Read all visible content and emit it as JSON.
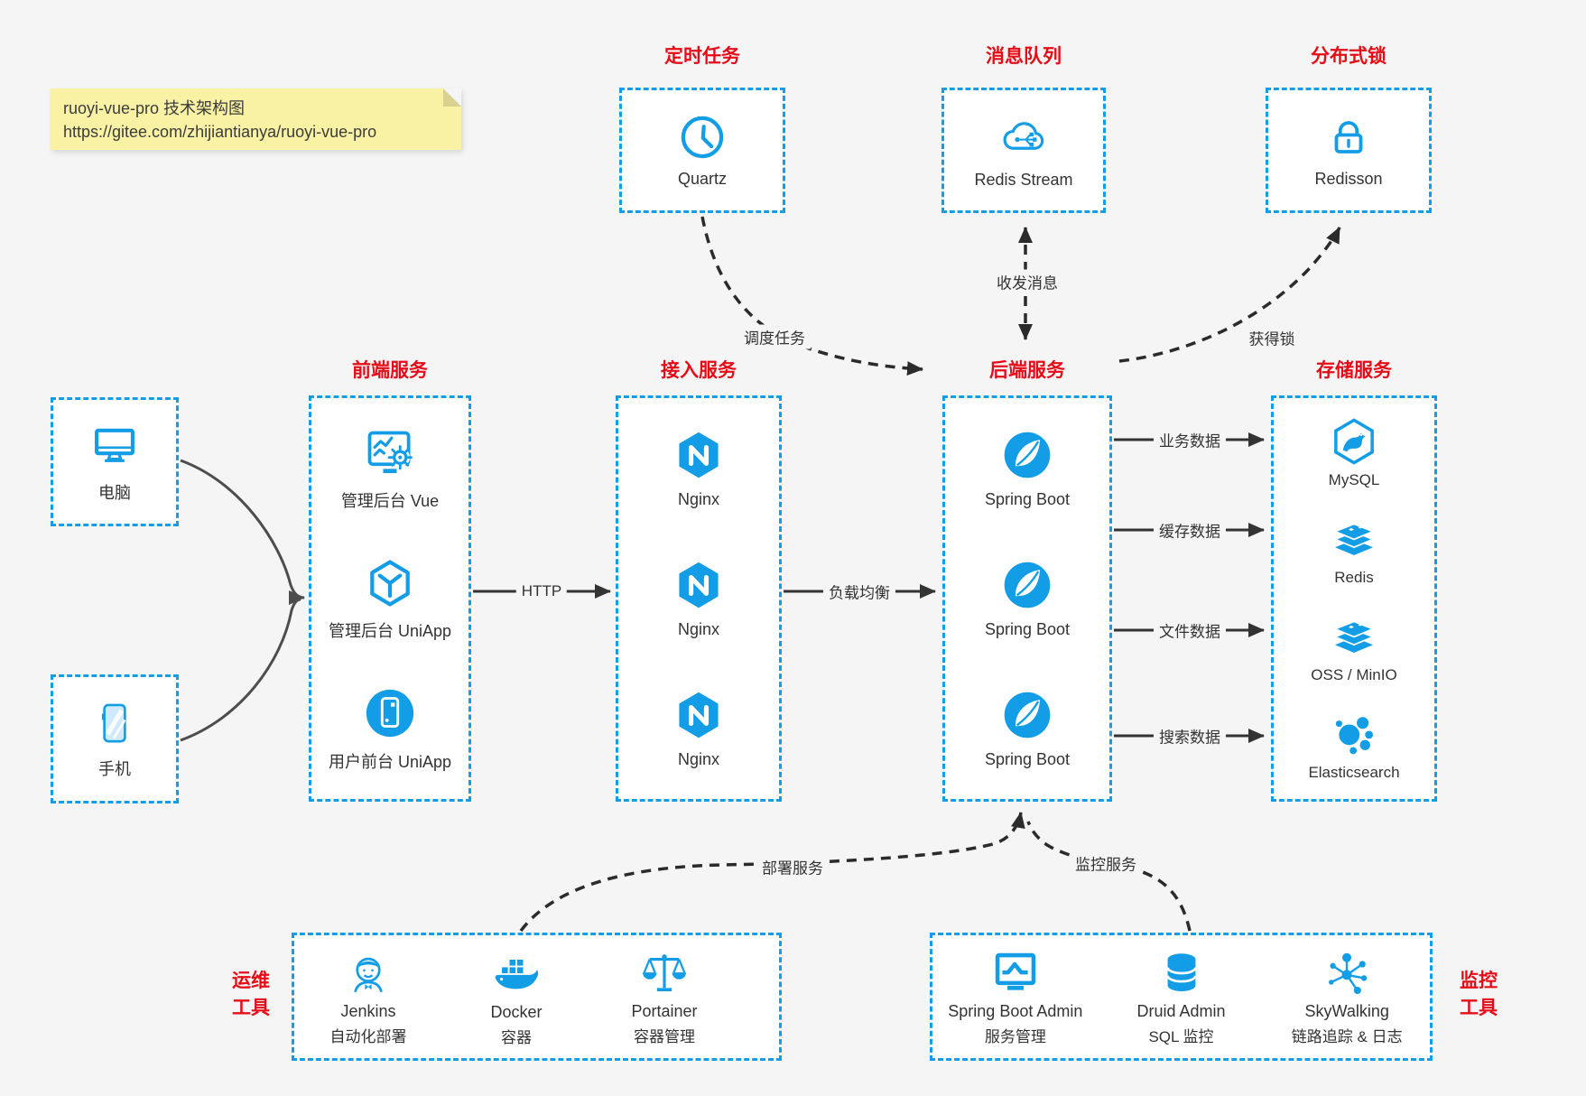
{
  "colors": {
    "accent": "#129de6",
    "title_red": "#e60c17",
    "panel_bg": "#ffffff",
    "page_bg": "#f5f5f6",
    "note_bg": "#f9f2a4",
    "text": "#333333",
    "wire_gray": "#4d4d4d",
    "wire_dark": "#333333",
    "wire_dashed": "#2b2b2b"
  },
  "note": {
    "line1": "ruoyi-vue-pro 技术架构图",
    "line2": "https://gitee.com/zhijiantianya/ruoyi-vue-pro"
  },
  "top_groups": [
    {
      "title": "定时任务",
      "label": "Quartz",
      "icon": "clock-icon"
    },
    {
      "title": "消息队列",
      "label": "Redis Stream",
      "icon": "cloud-network-icon"
    },
    {
      "title": "分布式锁",
      "label": "Redisson",
      "icon": "lock-icon"
    }
  ],
  "clients": [
    {
      "label": "电脑",
      "icon": "desktop-icon"
    },
    {
      "label": "手机",
      "icon": "mobile-icon"
    }
  ],
  "columns": [
    {
      "title": "前端服务",
      "items": [
        {
          "label": "管理后台 Vue",
          "icon": "admin-vue-icon"
        },
        {
          "label": "管理后台 UniApp",
          "icon": "uniapp-cube-icon"
        },
        {
          "label": "用户前台 UniApp",
          "icon": "user-app-icon"
        }
      ]
    },
    {
      "title": "接入服务",
      "items": [
        {
          "label": "Nginx",
          "icon": "nginx-icon"
        },
        {
          "label": "Nginx",
          "icon": "nginx-icon"
        },
        {
          "label": "Nginx",
          "icon": "nginx-icon"
        }
      ]
    },
    {
      "title": "后端服务",
      "items": [
        {
          "label": "Spring Boot",
          "icon": "spring-boot-icon"
        },
        {
          "label": "Spring Boot",
          "icon": "spring-boot-icon"
        },
        {
          "label": "Spring Boot",
          "icon": "spring-boot-icon"
        }
      ]
    },
    {
      "title": "存储服务",
      "items": [
        {
          "label": "MySQL",
          "icon": "mysql-icon"
        },
        {
          "label": "Redis",
          "icon": "redis-stack-icon"
        },
        {
          "label": "OSS / MinIO",
          "icon": "oss-stack-icon"
        },
        {
          "label": "Elasticsearch",
          "icon": "elasticsearch-icon"
        }
      ]
    }
  ],
  "bottom_groups": [
    {
      "side_title": [
        "运维",
        "工具"
      ],
      "items": [
        {
          "name": "Jenkins",
          "desc": "自动化部署",
          "icon": "jenkins-icon"
        },
        {
          "name": "Docker",
          "desc": "容器",
          "icon": "docker-icon"
        },
        {
          "name": "Portainer",
          "desc": "容器管理",
          "icon": "portainer-icon"
        }
      ]
    },
    {
      "side_title": [
        "监控",
        "工具"
      ],
      "items": [
        {
          "name": "Spring Boot Admin",
          "desc": "服务管理",
          "icon": "sba-monitor-icon"
        },
        {
          "name": "Druid Admin",
          "desc": "SQL 监控",
          "icon": "druid-db-icon"
        },
        {
          "name": "SkyWalking",
          "desc": "链路追踪 & 日志",
          "icon": "skywalking-icon"
        }
      ]
    }
  ],
  "edge_labels": {
    "http": "HTTP",
    "load_balance": "负载均衡",
    "schedule": "调度任务",
    "message": "收发消息",
    "lock": "获得锁",
    "business": "业务数据",
    "cache": "缓存数据",
    "file": "文件数据",
    "search": "搜索数据",
    "deploy": "部署服务",
    "monitor": "监控服务"
  }
}
